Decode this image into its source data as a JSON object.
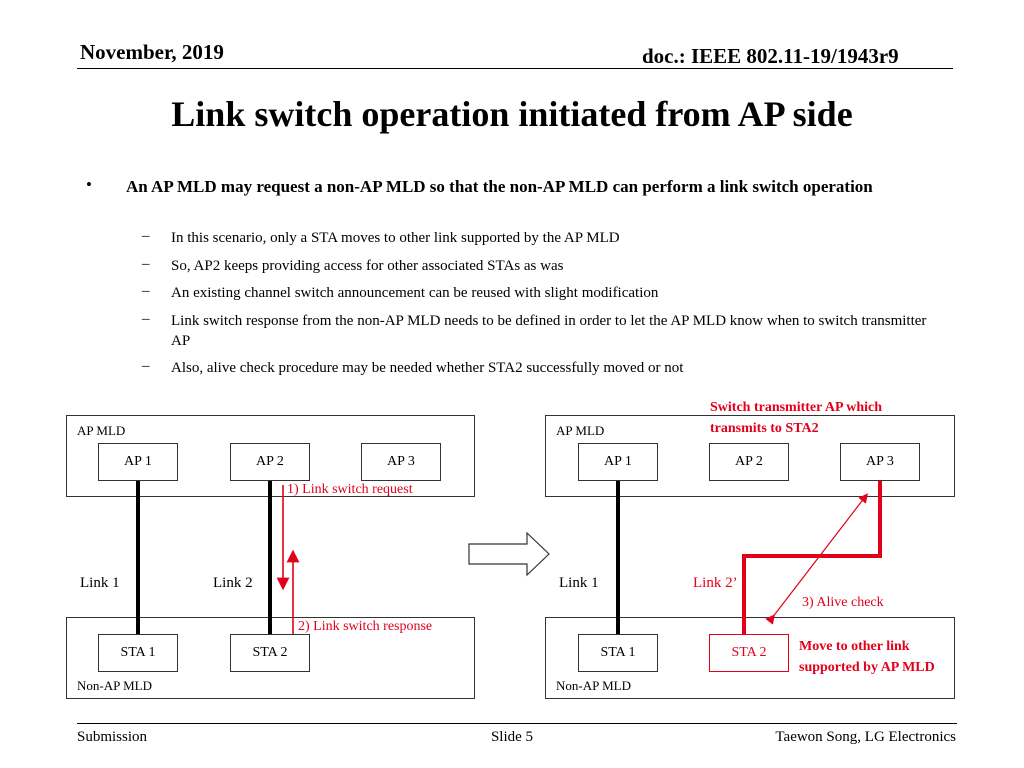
{
  "header": {
    "date": "November, 2019",
    "doc": "doc.: IEEE 802.11-19/1943r9"
  },
  "title": "Link switch operation initiated from AP side",
  "bullet": {
    "symbol": "•",
    "text": "An AP MLD may request a non-AP MLD so that the non-AP MLD can perform a link switch operation",
    "dash": "–",
    "subs": [
      "In this scenario, only a STA moves to other link supported by the AP MLD",
      "So, AP2 keeps providing access for other associated STAs as was",
      "An existing channel switch announcement can be reused with slight modification",
      "Link switch response from the non-AP MLD needs to be defined in order to let the AP MLD know when to switch transmitter AP",
      "Also, alive check procedure may be needed whether STA2 successfully moved or not"
    ]
  },
  "left_diagram": {
    "ap_mld": "AP MLD",
    "aps": [
      "AP 1",
      "AP 2",
      "AP 3"
    ],
    "link1": "Link 1",
    "link2": "Link 2",
    "step1": "1) Link switch request",
    "step2": "2) Link switch response",
    "stas": [
      "STA 1",
      "STA 2"
    ],
    "non_ap_mld": "Non-AP MLD"
  },
  "right_diagram": {
    "note_top": "Switch transmitter AP which transmits to STA2",
    "ap_mld": "AP MLD",
    "aps": [
      "AP 1",
      "AP 2",
      "AP 3"
    ],
    "link1": "Link 1",
    "link2": "Link 2’",
    "step3": "3) Alive check",
    "note_move": "Move to other link supported by AP MLD",
    "stas": [
      "STA 1",
      "STA 2"
    ],
    "non_ap_mld": "Non-AP MLD"
  },
  "footer": {
    "left": "Submission",
    "center": "Slide 5",
    "right": "Taewon Song, LG Electronics"
  },
  "colors": {
    "accent_red": "#e3001b"
  }
}
